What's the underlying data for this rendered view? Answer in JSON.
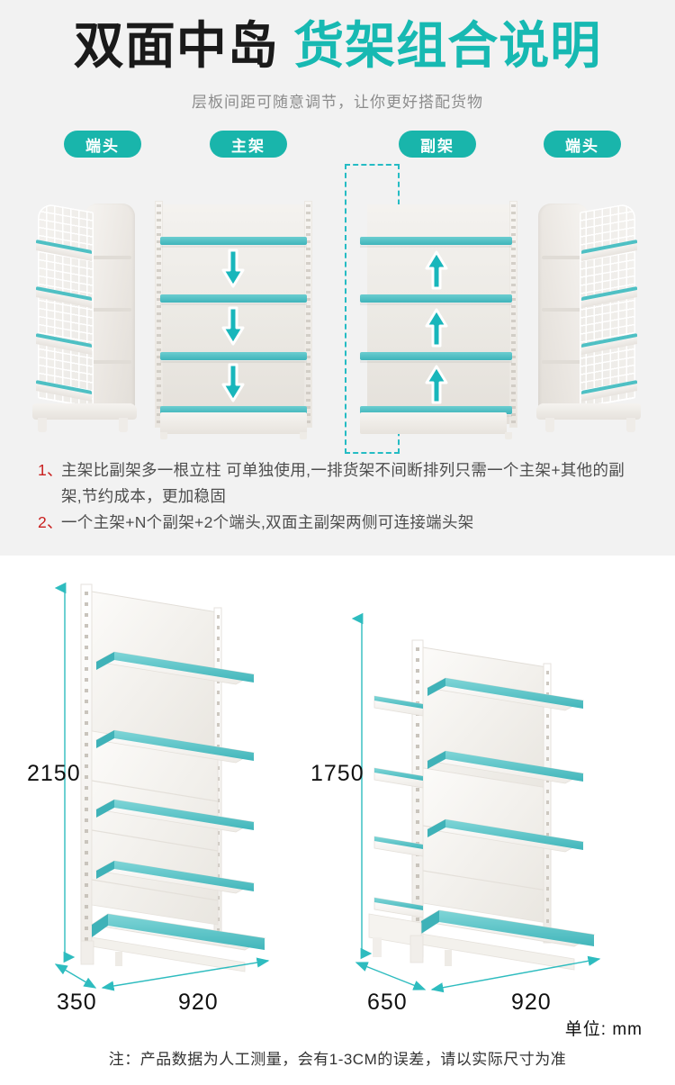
{
  "header": {
    "title_dark": "双面中岛",
    "title_accent": "货架组合说明",
    "subtitle": "层板间距可随意调节，让你更好搭配货物"
  },
  "labels": [
    {
      "text": "端头",
      "name": "pill-endcap-left"
    },
    {
      "text": "主架",
      "name": "pill-main-frame"
    },
    {
      "text": "副架",
      "name": "pill-sub-frame"
    },
    {
      "text": "端头",
      "name": "pill-endcap-right"
    }
  ],
  "diagram": {
    "main_frame_arrow_direction": "down",
    "sub_frame_arrow_direction": "up",
    "highlight_note": "dashed-outline-on-sub-frame-left-column"
  },
  "description": [
    {
      "num": "1、",
      "text": "主架比副架多一根立柱 可单独使用,一排货架不间断排列只需一个主架+其他的副架,节约成本，更加稳固"
    },
    {
      "num": "2、",
      "text": "一个主架+N个副架+2个端头,双面主副架两侧可连接端头架"
    }
  ],
  "dimensions": {
    "single_sided": {
      "height": "2150",
      "depth": "350",
      "width": "920"
    },
    "double_sided": {
      "height": "1750",
      "depth": "650",
      "width": "920"
    },
    "unit_label": "单位: mm"
  },
  "footer": {
    "note": "注：产品数据为人工测量，会有1-3CM的误差，请以实际尺寸为准"
  },
  "colors": {
    "accent_teal": "#17b9b2",
    "pill_teal": "#19b5ab",
    "shelf_teal": "#4ec0c4",
    "dim_teal": "#2ebcbf",
    "list_number_red": "#c9201f",
    "top_bg": "#f2f2f2",
    "bottom_bg": "#ffffff"
  }
}
